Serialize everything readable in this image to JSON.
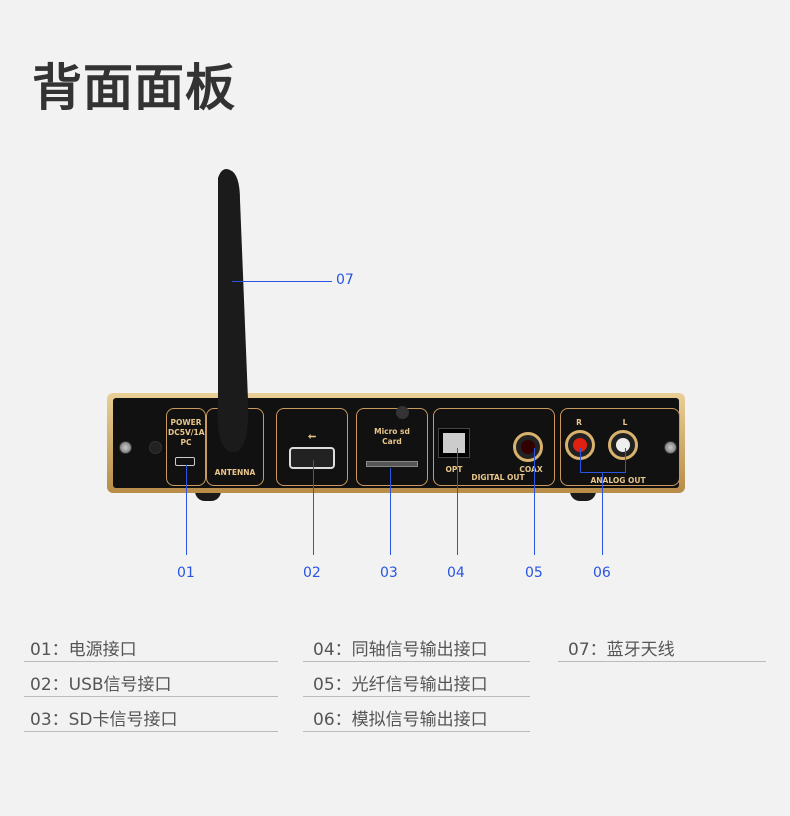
{
  "title": "背面面板",
  "panel_labels": {
    "power": "POWER",
    "dc": "DC5V/1A",
    "pc": "PC",
    "antenna": "ANTENNA",
    "usb_symbol": "⭠",
    "micro": "Micro sd",
    "card": "Card",
    "opt": "OPT",
    "digital_out": "DIGITAL  OUT",
    "coax": "COAX",
    "r": "R",
    "l": "L",
    "analog_out": "ANALOG  OUT"
  },
  "callouts": [
    "01",
    "02",
    "03",
    "04",
    "05",
    "06",
    "07"
  ],
  "legend": [
    [
      "01：电源接口",
      "02：USB信号接口",
      "03：SD卡信号接口"
    ],
    [
      "04：同轴信号输出接口",
      "05：光纤信号输出接口",
      "06：模拟信号输出接口"
    ],
    [
      "07：蓝牙天线"
    ]
  ],
  "colors": {
    "callout": "#2a55e0",
    "gold": "#c99a5b"
  }
}
